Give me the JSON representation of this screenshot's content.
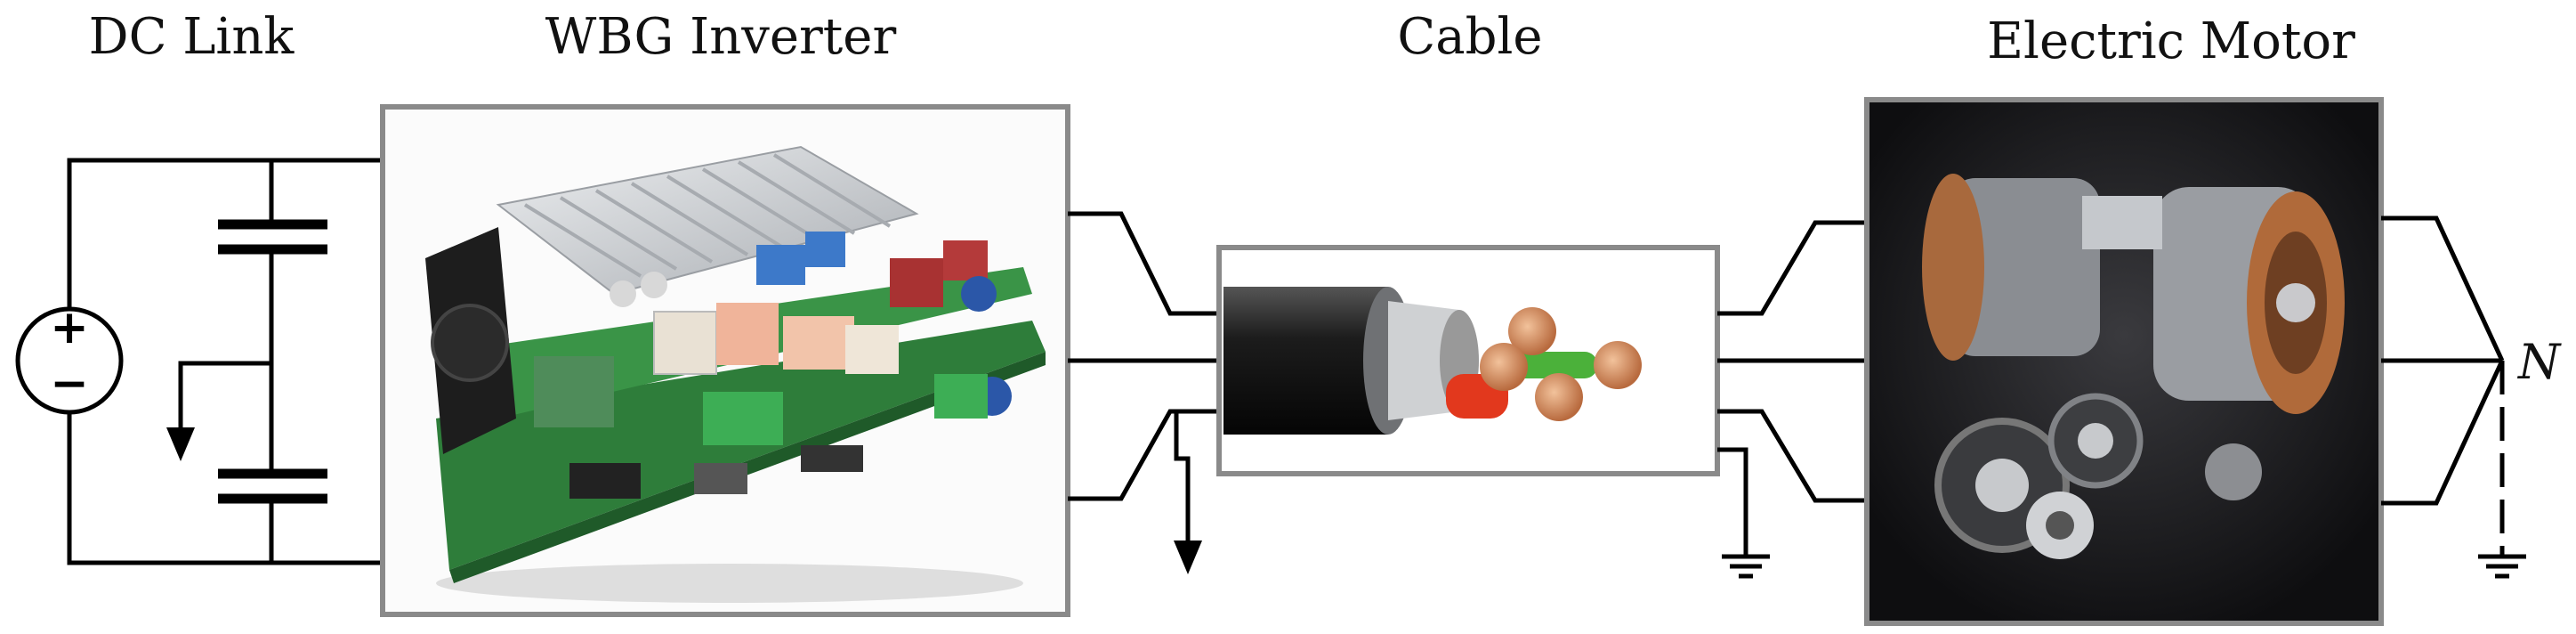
{
  "labels": {
    "dc_link": "DC Link",
    "inverter": "WBG Inverter",
    "cable": "Cable",
    "motor": "Electric Motor",
    "neutral": "N"
  },
  "source_symbols": {
    "plus": "+",
    "minus": "−"
  },
  "colors": {
    "wire": "#000000",
    "frame": "#8a8a8a",
    "pcb_green": "#2e8b3a",
    "heatsink": "#c9ccd0",
    "copper": "#c9855a",
    "motor_bg": "#1a1a1c"
  }
}
